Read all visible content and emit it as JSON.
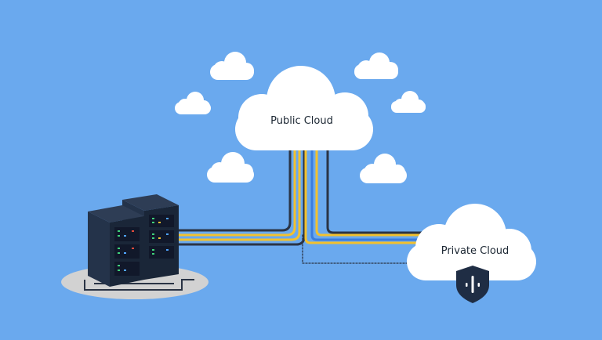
{
  "public_cloud": {
    "label": "Public Cloud"
  },
  "private_cloud": {
    "label": "Private Cloud",
    "badge_icon": "shield-icon"
  },
  "servers": {
    "icon": "server-rack-icon",
    "count": 2
  },
  "colors": {
    "background": "#6aa9ee",
    "cloud": "#ffffff",
    "cable_dark": "#2a3445",
    "cable_yellow": "#f2c12e",
    "cable_blue": "#3b7ddd",
    "rack": "#1a2638",
    "shield": "#1f2d44"
  }
}
